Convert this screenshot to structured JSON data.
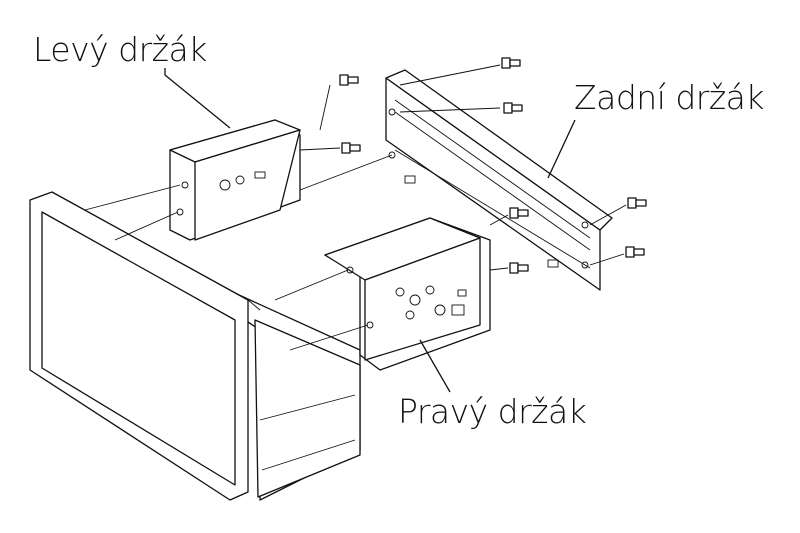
{
  "labels": {
    "left_bracket": "Levý držák",
    "rear_bracket": "Zadní držák",
    "right_bracket": "Pravý držák"
  }
}
